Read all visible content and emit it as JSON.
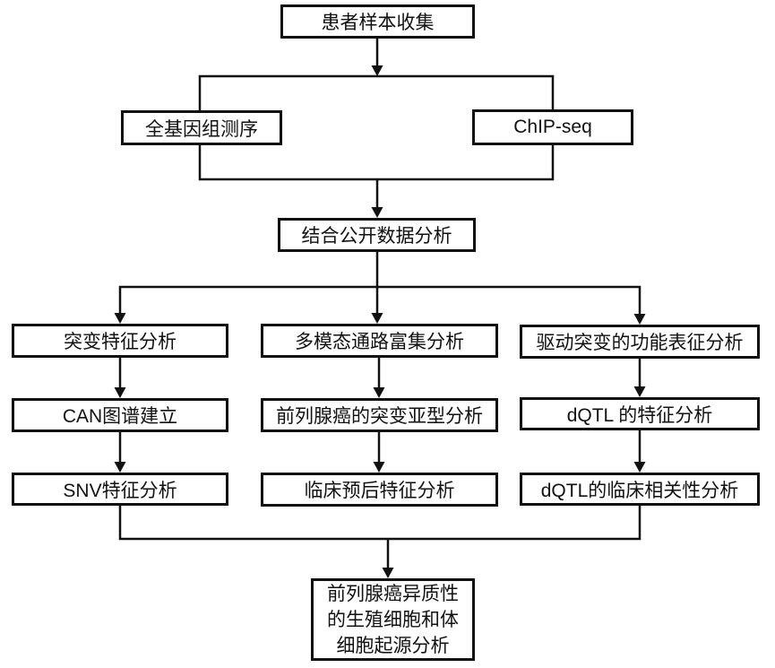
{
  "diagram": {
    "background_color": "#ffffff",
    "line_color": "#111111",
    "text_color": "#111111",
    "nodes": {
      "patient_sample": {
        "label": "患者样本收集"
      },
      "wgs": {
        "label": "全基因组测序"
      },
      "chip_seq": {
        "label": "ChIP-seq"
      },
      "public_data": {
        "label": "结合公开数据分析"
      },
      "mutation_signature": {
        "label": "突变特征分析"
      },
      "multimodal_pathway": {
        "label": "多模态通路富集分析"
      },
      "driver_mutation": {
        "label": "驱动突变的功能表征分析"
      },
      "can_map": {
        "label": "CAN图谱建立"
      },
      "mutation_subtype": {
        "label": "前列腺癌的突变亚型分析"
      },
      "dqtl_feature": {
        "label": "dQTL 的特征分析"
      },
      "snv_feature": {
        "label": "SNV特征分析"
      },
      "clinical_prognosis": {
        "label": "临床预后特征分析"
      },
      "dqtl_clinical": {
        "label": "dQTL的临床相关性分析"
      },
      "origin_analysis": {
        "label": "前列腺癌异质性的生殖细胞和体细胞起源分析",
        "lines": [
          "前列腺癌异质性",
          "的生殖细胞和体",
          "细胞起源分析"
        ]
      }
    },
    "edges": [
      {
        "from": "patient_sample",
        "to": "wgs"
      },
      {
        "from": "patient_sample",
        "to": "chip_seq"
      },
      {
        "from": "wgs",
        "to": "public_data"
      },
      {
        "from": "chip_seq",
        "to": "public_data"
      },
      {
        "from": "public_data",
        "to": "mutation_signature"
      },
      {
        "from": "public_data",
        "to": "multimodal_pathway"
      },
      {
        "from": "public_data",
        "to": "driver_mutation"
      },
      {
        "from": "mutation_signature",
        "to": "can_map"
      },
      {
        "from": "can_map",
        "to": "snv_feature"
      },
      {
        "from": "multimodal_pathway",
        "to": "mutation_subtype"
      },
      {
        "from": "mutation_subtype",
        "to": "clinical_prognosis"
      },
      {
        "from": "driver_mutation",
        "to": "dqtl_feature"
      },
      {
        "from": "dqtl_feature",
        "to": "dqtl_clinical"
      },
      {
        "from": "snv_feature",
        "to": "origin_analysis"
      },
      {
        "from": "clinical_prognosis",
        "to": "origin_analysis"
      },
      {
        "from": "dqtl_clinical",
        "to": "origin_analysis"
      }
    ]
  }
}
